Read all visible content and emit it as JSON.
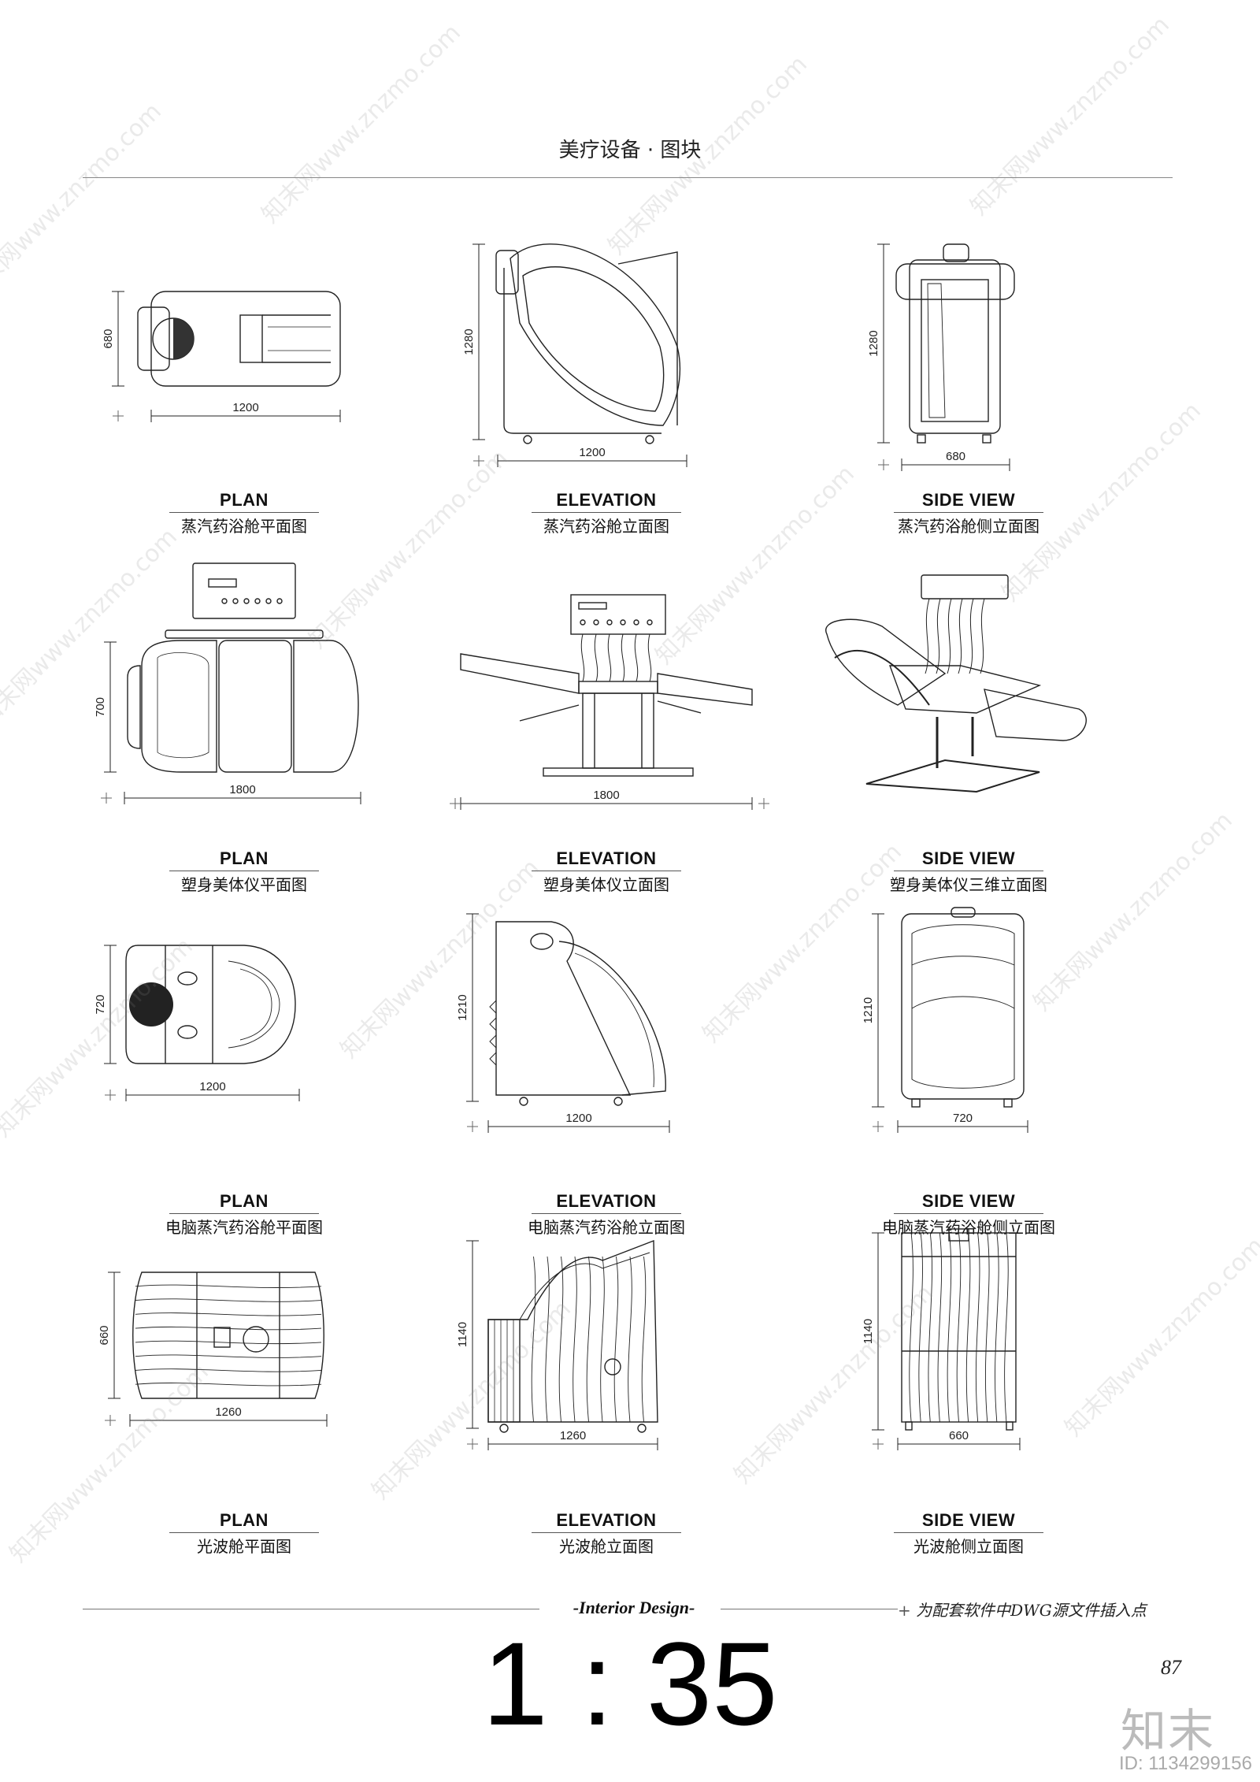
{
  "header": {
    "title": "美疗设备 · 图块"
  },
  "footer": {
    "center": "-Interior Design-",
    "right_note": "为配套软件中DWG源文件插入点",
    "scale": "1 : 35",
    "page_number": "87",
    "brand": "知末",
    "id_label": "ID: 1134299156"
  },
  "watermark": {
    "text": "知末网www.znzmo.com"
  },
  "rows": [
    [
      {
        "key": "steam-plan",
        "shape": "steam_plan",
        "view": "PLAN",
        "cn": "蒸汽药浴舱平面图",
        "dims": {
          "h": "680",
          "w": "1200"
        }
      },
      {
        "key": "steam-elevation",
        "shape": "steam_elev",
        "view": "ELEVATION",
        "cn": "蒸汽药浴舱立面图",
        "dims": {
          "h": "1280",
          "w": "1200"
        }
      },
      {
        "key": "steam-side",
        "shape": "steam_side",
        "view": "SIDE VIEW",
        "cn": "蒸汽药浴舱侧立面图",
        "dims": {
          "h": "1280",
          "w": "680"
        }
      }
    ],
    [
      {
        "key": "slim-plan",
        "shape": "slim_plan",
        "view": "PLAN",
        "cn": "塑身美体仪平面图",
        "dims": {
          "h": "700",
          "w": "1800"
        }
      },
      {
        "key": "slim-elevation",
        "shape": "slim_elev",
        "view": "ELEVATION",
        "cn": "塑身美体仪立面图",
        "dims": {
          "h": "",
          "w": "1800"
        }
      },
      {
        "key": "slim-3d",
        "shape": "slim_3d",
        "view": "SIDE VIEW",
        "cn": "塑身美体仪三维立面图",
        "dims": {
          "h": "",
          "w": ""
        }
      }
    ],
    [
      {
        "key": "pc-steam-plan",
        "shape": "pc_plan",
        "view": "PLAN",
        "cn": "电脑蒸汽药浴舱平面图",
        "dims": {
          "h": "720",
          "w": "1200"
        }
      },
      {
        "key": "pc-steam-elevation",
        "shape": "pc_elev",
        "view": "ELEVATION",
        "cn": "电脑蒸汽药浴舱立面图",
        "dims": {
          "h": "1210",
          "w": "1200"
        }
      },
      {
        "key": "pc-steam-side",
        "shape": "pc_side",
        "view": "SIDE VIEW",
        "cn": "电脑蒸汽药浴舱侧立面图",
        "dims": {
          "h": "1210",
          "w": "720"
        }
      }
    ],
    [
      {
        "key": "wave-plan",
        "shape": "wave_plan",
        "view": "PLAN",
        "cn": "光波舱平面图",
        "dims": {
          "h": "660",
          "w": "1260"
        }
      },
      {
        "key": "wave-elevation",
        "shape": "wave_elev",
        "view": "ELEVATION",
        "cn": "光波舱立面图",
        "dims": {
          "h": "1140",
          "w": "1260"
        }
      },
      {
        "key": "wave-side",
        "shape": "wave_side",
        "view": "SIDE VIEW",
        "cn": "光波舱侧立面图",
        "dims": {
          "h": "1140",
          "w": "660"
        }
      }
    ]
  ]
}
